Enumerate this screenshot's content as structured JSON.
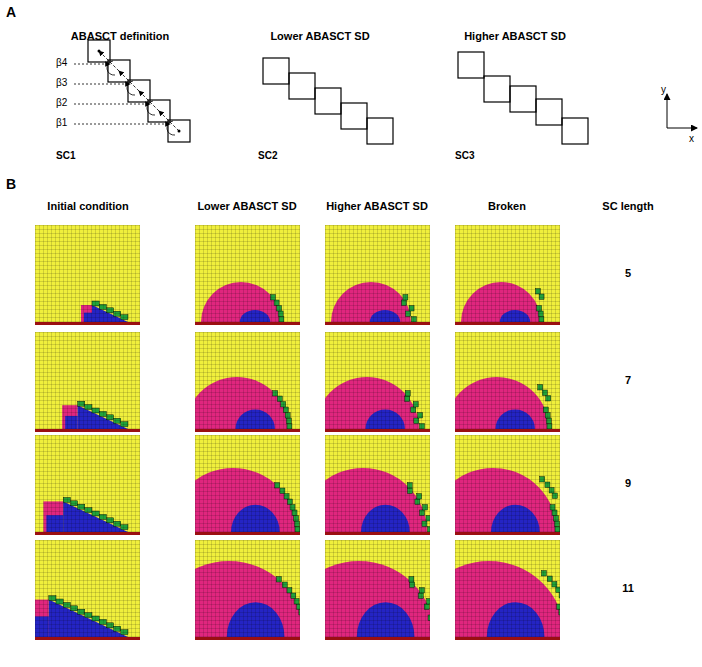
{
  "diagram": {
    "labels": [
      "A",
      "ABASCT definition",
      "Lower ABASCT SD",
      "Higher ABASCT SD",
      "β4",
      "β3",
      "β2",
      "β1",
      "SC1",
      "SC2",
      "SC3",
      "y",
      "x",
      "B",
      "Initial condition",
      "Lower ABASCT SD",
      "Higher ABASCT SD",
      "Broken",
      "SC length",
      "5",
      "7",
      "9",
      "11"
    ]
  }
}
